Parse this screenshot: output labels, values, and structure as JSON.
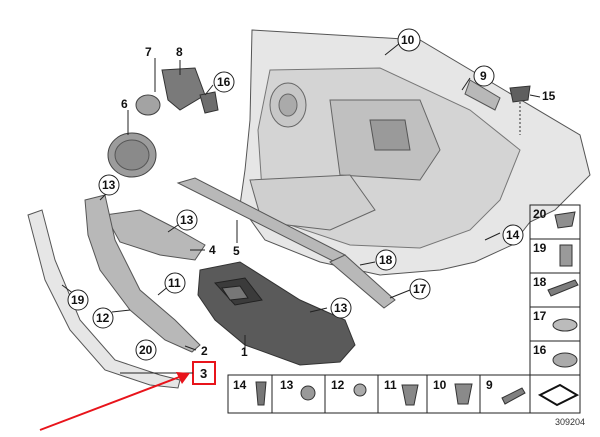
{
  "diagram_number": "309204",
  "callouts": {
    "c1": "1",
    "c2": "2",
    "c3": "3",
    "c4": "4",
    "c5": "5",
    "c6": "6",
    "c7": "7",
    "c8": "8",
    "c9": "9",
    "c10": "10",
    "c11": "11",
    "c12": "12",
    "c13a": "13",
    "c13b": "13",
    "c13c": "13",
    "c14": "14",
    "c15": "15",
    "c16": "16",
    "c17": "17",
    "c18": "18",
    "c19": "19",
    "c20": "20"
  },
  "side_grid": [
    "20",
    "19",
    "18",
    "17",
    "16"
  ],
  "bottom_grid": [
    "14",
    "13",
    "12",
    "11",
    "10",
    "9"
  ],
  "highlight_color": "#e8141b",
  "arrow_color": "#e8141b"
}
